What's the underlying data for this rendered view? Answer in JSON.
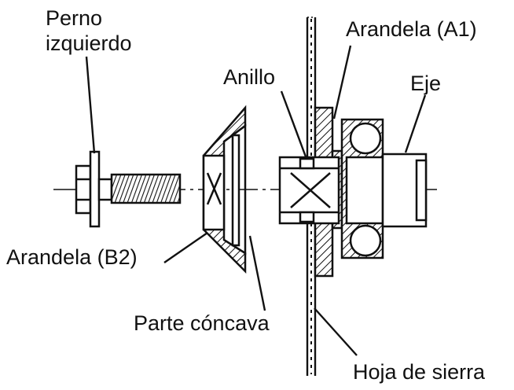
{
  "labels": {
    "bolt": [
      "Perno",
      "izquierdo"
    ],
    "washer_a1": "Arandela (A1)",
    "ring": "Anillo",
    "shaft": "Eje",
    "washer_b2": "Arandela (B2)",
    "concave": "Parte cóncava",
    "blade": "Hoja de sierra"
  },
  "colors": {
    "ink": "#111111",
    "background": "#ffffff"
  }
}
